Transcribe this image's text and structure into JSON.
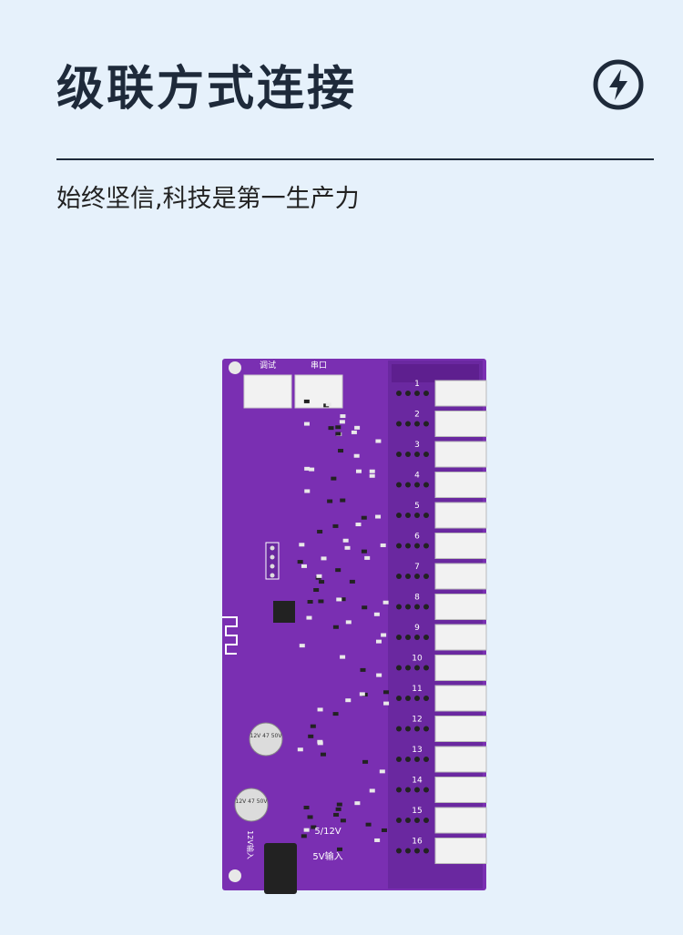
{
  "header": {
    "title": "级联方式连接",
    "subtitle": "始终坚信,科技是第一生产力",
    "icon": "lightning-bolt-icon"
  },
  "colors": {
    "background": "#e6f1fb",
    "title": "#1e2a3a",
    "pcb": "#7a2fb2",
    "pcb_dark": "#5e1f8f",
    "connector": "#f2f2f2"
  },
  "board": {
    "top_labels": [
      "调试",
      "串口"
    ],
    "power_label": "5V输入",
    "voltage_label": "5/12V",
    "side_label": "12V输入",
    "capacitor_labels": [
      "12V 47 50V",
      "12V 47 50V"
    ],
    "channel_numbers": [
      "1",
      "2",
      "3",
      "4",
      "5",
      "6",
      "7",
      "8",
      "9",
      "10",
      "11",
      "12",
      "13",
      "14",
      "15",
      "16"
    ]
  }
}
